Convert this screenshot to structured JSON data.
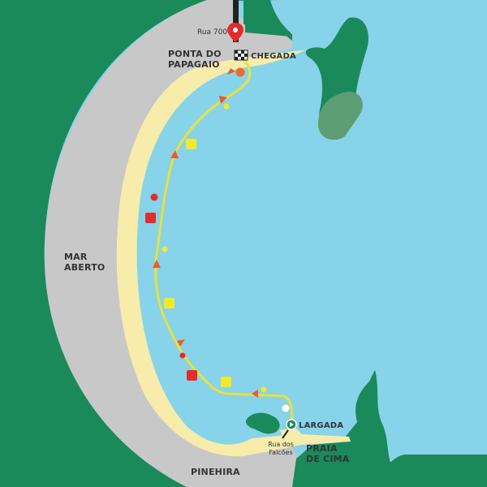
{
  "map": {
    "colors": {
      "land": "#1a8a5a",
      "sea": "#87d3ea",
      "sand": "#f7ecaa",
      "road": "#c8c8c8",
      "route": "#e9e23a",
      "arrow": "#ef5a2a",
      "red_marker": "#e62b2b",
      "yellow_marker": "#f2e92a",
      "island_shade": "#5d9e74"
    },
    "labels": {
      "street_north": "Rua 700",
      "ponta_line1": "PONTA DO",
      "ponta_line2": "PAPAGAIO",
      "finish": "CHEGADA",
      "mar_line1": "MAR",
      "mar_line2": "ABERTO",
      "start": "LARGADA",
      "street_south_line1": "Rua dos",
      "street_south_line2": "Falcões",
      "praia_line1": "PRAIA",
      "praia_line2": "DE CIMA",
      "pinehira": "PINEHIRA"
    },
    "icons": {
      "location_pin": "map-pin-icon",
      "finish_flag": "checkered-flag-icon",
      "start_play": "play-icon"
    }
  }
}
